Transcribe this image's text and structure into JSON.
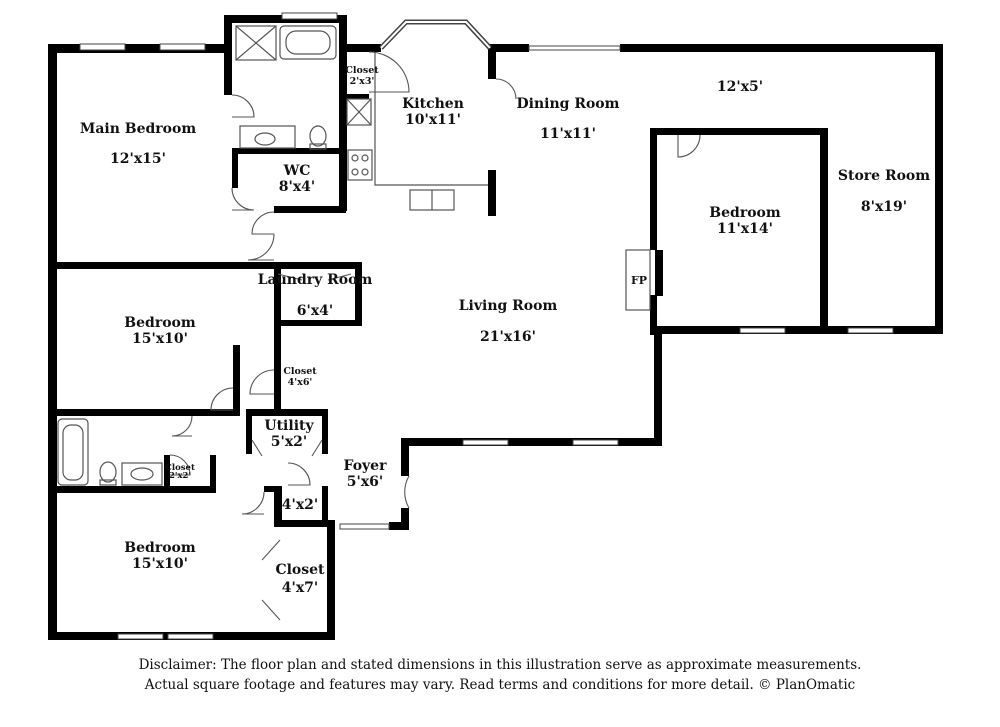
{
  "rooms": {
    "main_bedroom": {
      "name": "Main Bedroom",
      "dim": "12'x15'"
    },
    "closet_main": {
      "name": "Closet",
      "dim": "2'x3'"
    },
    "kitchen": {
      "name": "Kitchen",
      "dim": "10'x11'"
    },
    "dining": {
      "name": "Dining Room",
      "dim": "11'x11'"
    },
    "porch": {
      "dim": "12'x5'"
    },
    "wc": {
      "name": "WC",
      "dim": "8'x4'"
    },
    "store": {
      "name": "Store Room",
      "dim": "8'x19'"
    },
    "bedroom_east": {
      "name": "Bedroom",
      "dim": "11'x14'"
    },
    "laundry": {
      "name": "Laundry Room",
      "dim": "6'x4'"
    },
    "living": {
      "name": "Living Room",
      "dim": "21'x16'"
    },
    "fireplace": {
      "label": "FP"
    },
    "bedroom_mid": {
      "name": "Bedroom",
      "dim": "15'x10'"
    },
    "closet_mid": {
      "name": "Closet",
      "dim": "4'x6'"
    },
    "utility": {
      "name": "Utility",
      "dim": "5'x2'"
    },
    "closet_small": {
      "name": "Closet",
      "dim": "2'x2'"
    },
    "foyer": {
      "name": "Foyer",
      "dim": "5'x6'"
    },
    "linen": {
      "dim": "4'x2'"
    },
    "bedroom_south": {
      "name": "Bedroom",
      "dim": "15'x10'"
    },
    "closet_south": {
      "name": "Closet",
      "dim": "4'x7'"
    }
  },
  "disclaimer": {
    "line1": "Disclaimer: The floor plan and stated dimensions in this illustration serve as approximate measurements.",
    "line2": "Actual square footage and features may vary. Read terms and conditions for more detail. © PlanOmatic"
  }
}
